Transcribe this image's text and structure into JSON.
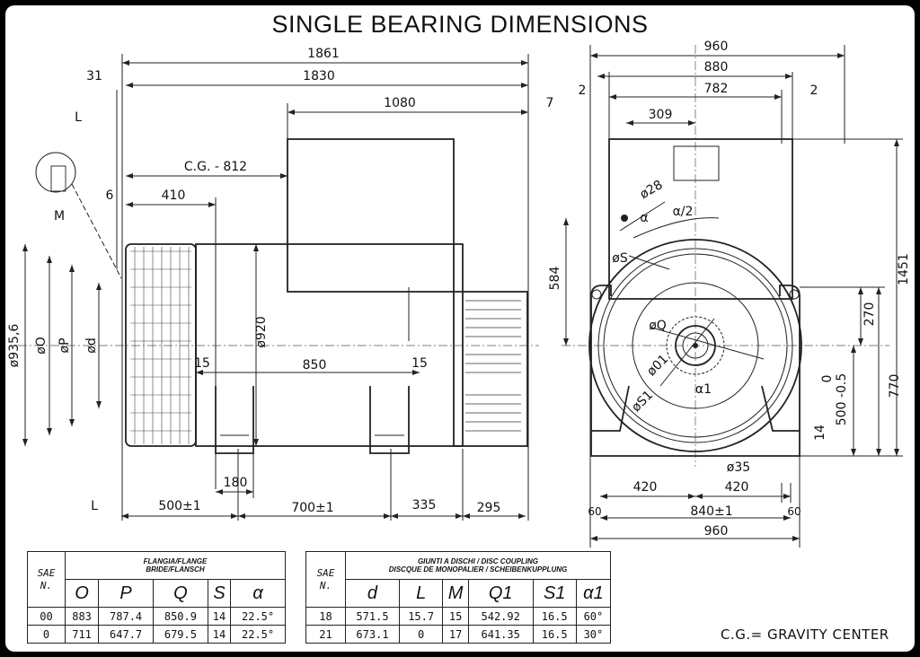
{
  "title": "SINGLE BEARING DIMENSIONS",
  "side_view": {
    "dims": {
      "d1861": "1861",
      "d1830": "1830",
      "d31": "31",
      "d1080": "1080",
      "d7": "7",
      "cg": "C.G. - 812",
      "d6": "6",
      "d410": "410",
      "L_top": "L",
      "M": "M",
      "dia935": "ø935,6",
      "diaO": "øO",
      "diaP": "øP",
      "diad": "ød",
      "dia920": "ø920",
      "d15a": "15",
      "d850": "850",
      "d15b": "15",
      "d180": "180",
      "L_bottom": "L",
      "d500": "500±1",
      "d700": "700±1",
      "d335": "335",
      "d295": "295"
    }
  },
  "end_view": {
    "dims": {
      "d960top": "960",
      "d880": "880",
      "d2a": "2",
      "d782": "782",
      "d2b": "2",
      "d309": "309",
      "dia28": "ø28",
      "alpha": "α",
      "alpha_half": "α/2",
      "diaS": "øS",
      "d584": "584",
      "d1451": "1451",
      "d270": "270",
      "d770": "770",
      "tol_upper": "0",
      "d500tol": "500 -0.5",
      "d14": "14",
      "diaQ": "øQ",
      "diaQ1": "ø01",
      "diaS1": "øS1",
      "alpha1": "α1",
      "dia35": "ø35",
      "d420a": "420",
      "d420b": "420",
      "d60a": "60",
      "d840": "840±1",
      "d60b": "60",
      "d960bottom": "960"
    }
  },
  "flange_table": {
    "sae_label": "SAE",
    "n_label": "N.",
    "group_header": [
      "FLANGIA/FLANGE",
      "BRIDE/FLANSCH"
    ],
    "columns": [
      "O",
      "P",
      "Q",
      "S",
      "α"
    ],
    "rows": [
      {
        "sae": "00",
        "values": [
          "883",
          "787.4",
          "850.9",
          "14",
          "22.5°"
        ]
      },
      {
        "sae": "0",
        "values": [
          "711",
          "647.7",
          "679.5",
          "14",
          "22.5°"
        ]
      }
    ]
  },
  "coupling_table": {
    "sae_label": "SAE",
    "n_label": "N.",
    "group_header": [
      "GIUNTI A DISCHI / DISC COUPLING",
      "DISCQUE DE MONOPALIER / SCHEIBENKUPPLUNG"
    ],
    "columns": [
      "d",
      "L",
      "M",
      "Q1",
      "S1",
      "α1"
    ],
    "rows": [
      {
        "sae": "18",
        "values": [
          "571.5",
          "15.7",
          "15",
          "542.92",
          "16.5",
          "60°"
        ]
      },
      {
        "sae": "21",
        "values": [
          "673.1",
          "0",
          "17",
          "641.35",
          "16.5",
          "30°"
        ]
      }
    ]
  },
  "footnote": "C.G.= GRAVITY CENTER"
}
